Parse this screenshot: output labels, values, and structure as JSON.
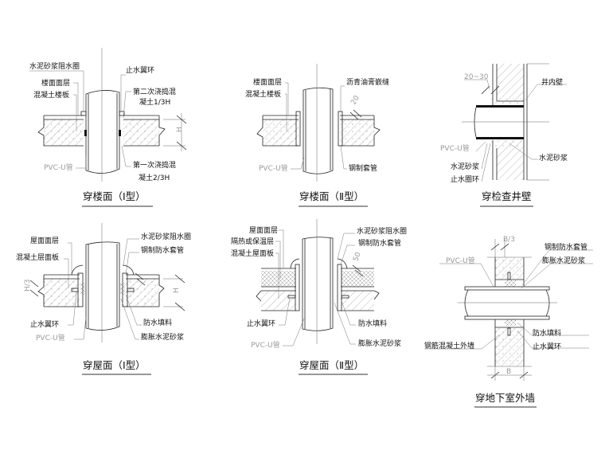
{
  "panels": [
    {
      "title": "穿楼面（Ⅰ型）",
      "labels": {
        "mortar_ring": "水泥砂浆阻水圈",
        "flange": "止水翼环",
        "floor_finish": "楼面面层",
        "slab": "混凝土楼板",
        "second_pour_1": "第二次浇捣混",
        "second_pour_2": "凝土1/3H",
        "dim_h": "H",
        "pipe": "PVC-U管",
        "first_pour_1": "第一次浇捣混",
        "first_pour_2": "凝土2/3H"
      }
    },
    {
      "title": "穿楼面（Ⅱ型）",
      "labels": {
        "floor_finish": "楼面面层",
        "slab": "混凝土楼板",
        "asphalt": "沥青油膏嵌缝",
        "dim_20": "20",
        "pipe": "PVC-U管",
        "sleeve": "钢制套管"
      }
    },
    {
      "title": "穿检查井壁",
      "labels": {
        "dim": "20~30",
        "inner_wall": "井内壁",
        "pipe": "PVC-U管",
        "mortar_right": "水泥砂浆",
        "mortar_left": "水泥砂浆",
        "ring": "止水圈环"
      }
    },
    {
      "title": "穿屋面（Ⅰ型）",
      "labels": {
        "roof_finish": "屋面面层",
        "slab": "混凝土层面板",
        "mortar_ring": "水泥砂浆阻水圈",
        "sleeve": "钢制防水套管",
        "dim_h3": "H/3",
        "dim_h": "H",
        "flange": "止水翼环",
        "pipe": "PVC-U管",
        "filler": "防水填料",
        "exp_mortar": "膨胀水泥砂浆"
      }
    },
    {
      "title": "穿屋面（Ⅱ型）",
      "labels": {
        "roof_finish": "屋面面层",
        "insulation": "隔热或保温层",
        "slab": "混凝土屋面板",
        "mortar_ring": "水泥砂浆阻水圈",
        "sleeve": "钢制防水套管",
        "dim_50": "50",
        "flange": "止水翼环",
        "pipe": "PVC-U管",
        "filler": "防水填料",
        "exp_mortar": "膨胀水泥砂浆"
      }
    },
    {
      "title": "穿地下室外墙",
      "labels": {
        "dim_b3": "B/3",
        "sleeve": "钢制防水套管",
        "pipe": "PVC-U管",
        "exp_mortar": "膨胀水泥砂浆",
        "filler": "防水填料",
        "wall": "钢筋混凝土外墙",
        "flange": "止水翼环",
        "dim_b": "B"
      }
    }
  ]
}
